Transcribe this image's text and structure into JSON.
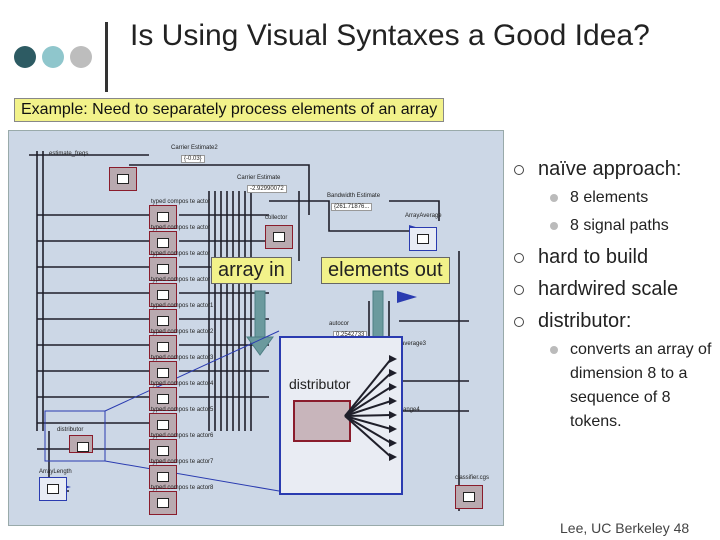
{
  "slide": {
    "title": "Is Using Visual Syntaxes a Good Idea?",
    "example_label": "Example: Need to separately process elements of an array",
    "footer": "Lee, UC Berkeley 48"
  },
  "diagram": {
    "callouts": {
      "array_in": "array in",
      "elements_out": "elements out",
      "distributor": "distributor"
    },
    "labels": {
      "carrier_estimate2": "Carrier Estimate2",
      "carrier_estimate2_val": "{-0.03}",
      "carrier_estimate": "Carrier Estimate",
      "carrier_estimate_val": "-2.92990072",
      "est_freqs": "estimate_freqs",
      "bandwidth_estimate": "Bandwidth Estimate",
      "bandwidth_estimate_val": "{261.71876...",
      "array_average": "ArrayAverage",
      "collector": "collector",
      "typed_compos": [
        "typed compos te actor",
        "typed compos te actor",
        "typed compos te actor",
        "typed compos te actor",
        "typed compos te actor1",
        "typed compos te actor2",
        "typed compos te actor3",
        "typed compos te actor4",
        "typed compos te actor5",
        "typed compos te actor6",
        "typed compos te actor7",
        "typed compos te actor8"
      ],
      "distributor_small": "distributor",
      "array_length": "ArrayLength",
      "autocor": "autocor",
      "autocor_val": "0.2542733",
      "average3": "average3",
      "range4": "range4",
      "classifier": "classifier.cgs"
    }
  },
  "bullets": [
    {
      "text": "naïve approach:",
      "subs": [
        "8 elements",
        "8 signal paths"
      ]
    },
    {
      "text": "hard to build",
      "subs": []
    },
    {
      "text": "hardwired scale",
      "subs": []
    },
    {
      "text": "distributor:",
      "subs": [
        "converts an array of dimension 8 to a sequence of 8 tokens."
      ]
    }
  ],
  "colors": {
    "title_dot1": "#2d5b63",
    "title_dot2": "#8fc6cc",
    "title_dot3": "#bdbdbd",
    "callout_bg": "#f2f28a",
    "diagram_bg": "#ccd7e6",
    "distributor_border": "#2a3bb0",
    "block_border": "#8a1c2c",
    "wire": "#1f1f2a",
    "arrow_teal": "#6b9a9e"
  }
}
